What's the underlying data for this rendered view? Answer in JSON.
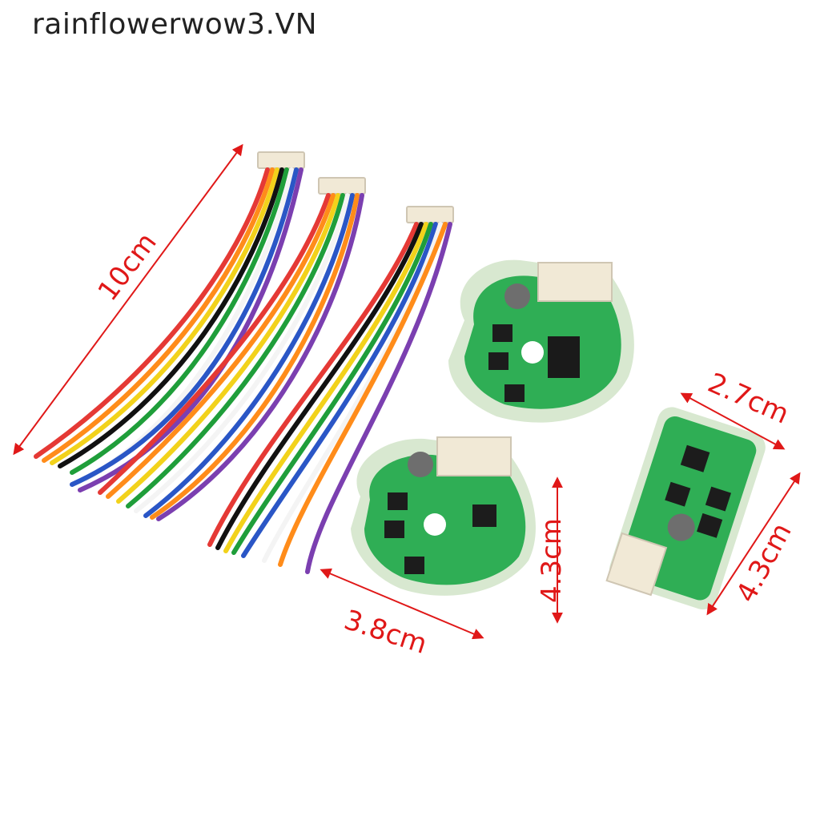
{
  "watermark": {
    "text": "rainflowerwow3.VN"
  },
  "dimensions": {
    "cable_length": "10cm",
    "round_board_width": "3.8cm",
    "round_board_height": "4.3cm",
    "rect_board_width": "2.7cm",
    "rect_board_height": "4.3cm"
  },
  "colors": {
    "dimension": "#e01818",
    "pcb": "#2fae55",
    "pcb_edge": "#d8e8d0",
    "connector": "#f1e9d6",
    "wires": [
      "#e53935",
      "#ff8c1a",
      "#f2d21b",
      "#1f9e3a",
      "#2a56c6",
      "#7b3fb0",
      "#111111",
      "#f4f4f4"
    ]
  },
  "icons": [
    "wire-harness",
    "pcb-board-round",
    "pcb-board-rectangular",
    "dimension-arrow"
  ]
}
